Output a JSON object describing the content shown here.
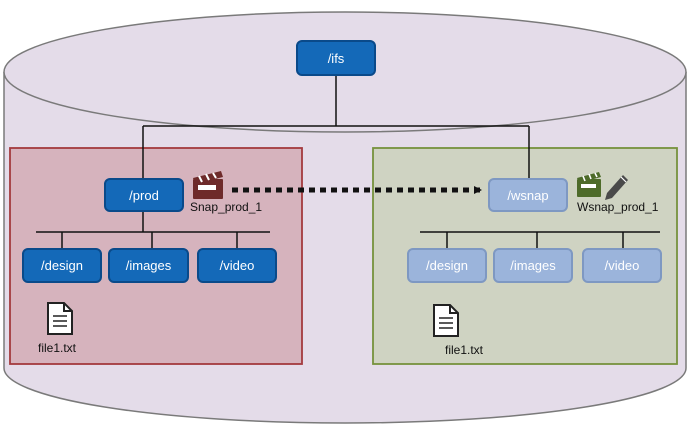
{
  "root": {
    "label": "/ifs"
  },
  "prod_side": {
    "dir": "/prod",
    "snapshot_label": "Snap_prod_1",
    "children": [
      "/design",
      "/images",
      "/video"
    ],
    "file": "file1.txt"
  },
  "snap_side": {
    "dir": "/wsnap",
    "snapshot_label": "Wsnap_prod_1",
    "children": [
      "/design",
      "/images",
      "/video"
    ],
    "file": "file1.txt"
  },
  "colors": {
    "cylinder_fill": "#e4dce9",
    "prod_region_fill": "#d6b3bd",
    "prod_region_border": "#a33a3e",
    "snap_region_fill": "#cfd3c2",
    "snap_region_border": "#76923c",
    "node_dark": "#1469b8",
    "node_light": "#9bb4db"
  },
  "icons": {
    "prod_snapshot": "clapperboard-icon",
    "snap_snapshot": "clapperboard-pencil-icon",
    "file": "document-icon"
  }
}
